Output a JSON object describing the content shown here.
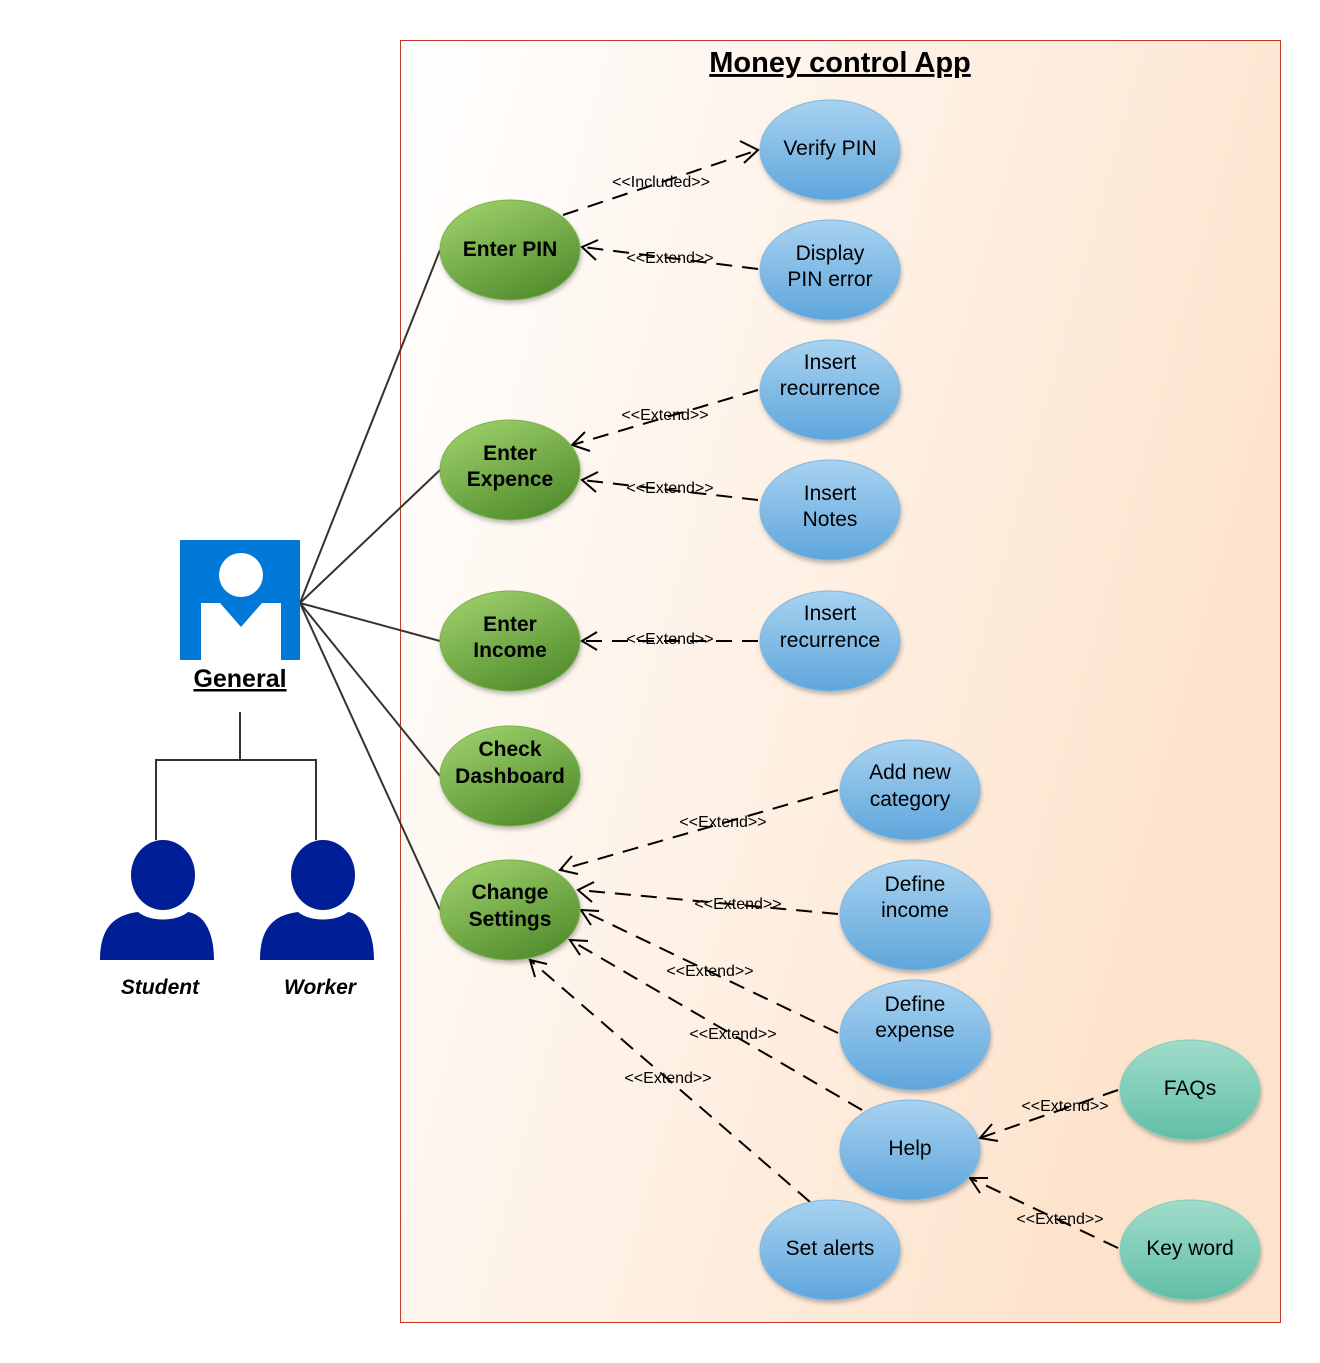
{
  "system": {
    "title": "Money control App"
  },
  "actors": {
    "general": "General",
    "student": "Student",
    "worker": "Worker"
  },
  "colors": {
    "boundary_border": "#c0392b",
    "green_top": "#9ccf6a",
    "green_bottom": "#4f8a2a",
    "blue_top": "#a8d2f0",
    "blue_bottom": "#5ea6dc",
    "teal_top": "#a0dccb",
    "teal_bottom": "#5fbfa5",
    "general_icon": "#0078d7",
    "person_icon": "#001e96"
  },
  "use_cases": {
    "enter_pin": [
      "Enter PIN"
    ],
    "enter_expence": [
      "Enter",
      "Expence"
    ],
    "enter_income": [
      "Enter",
      "Income"
    ],
    "check_dashboard": [
      "Check",
      "Dashboard"
    ],
    "change_settings": [
      "Change",
      "Settings"
    ],
    "verify_pin": [
      "Verify PIN"
    ],
    "display_pin_error": [
      "Display",
      "PIN error"
    ],
    "insert_recurrence_1": [
      "Insert",
      "recurrence"
    ],
    "insert_notes": [
      "Insert",
      "Notes"
    ],
    "insert_recurrence_2": [
      "Insert",
      "recurrence"
    ],
    "add_new_category": [
      "Add new",
      "category"
    ],
    "define_income": [
      "Define",
      "income"
    ],
    "define_expense": [
      "Define",
      "expense"
    ],
    "help": [
      "Help"
    ],
    "set_alerts": [
      "Set alerts"
    ],
    "faqs": [
      "FAQs"
    ],
    "key_word": [
      "Key word"
    ]
  },
  "relations": {
    "included": "<<Included>>",
    "extend": "<<Extend>>"
  }
}
